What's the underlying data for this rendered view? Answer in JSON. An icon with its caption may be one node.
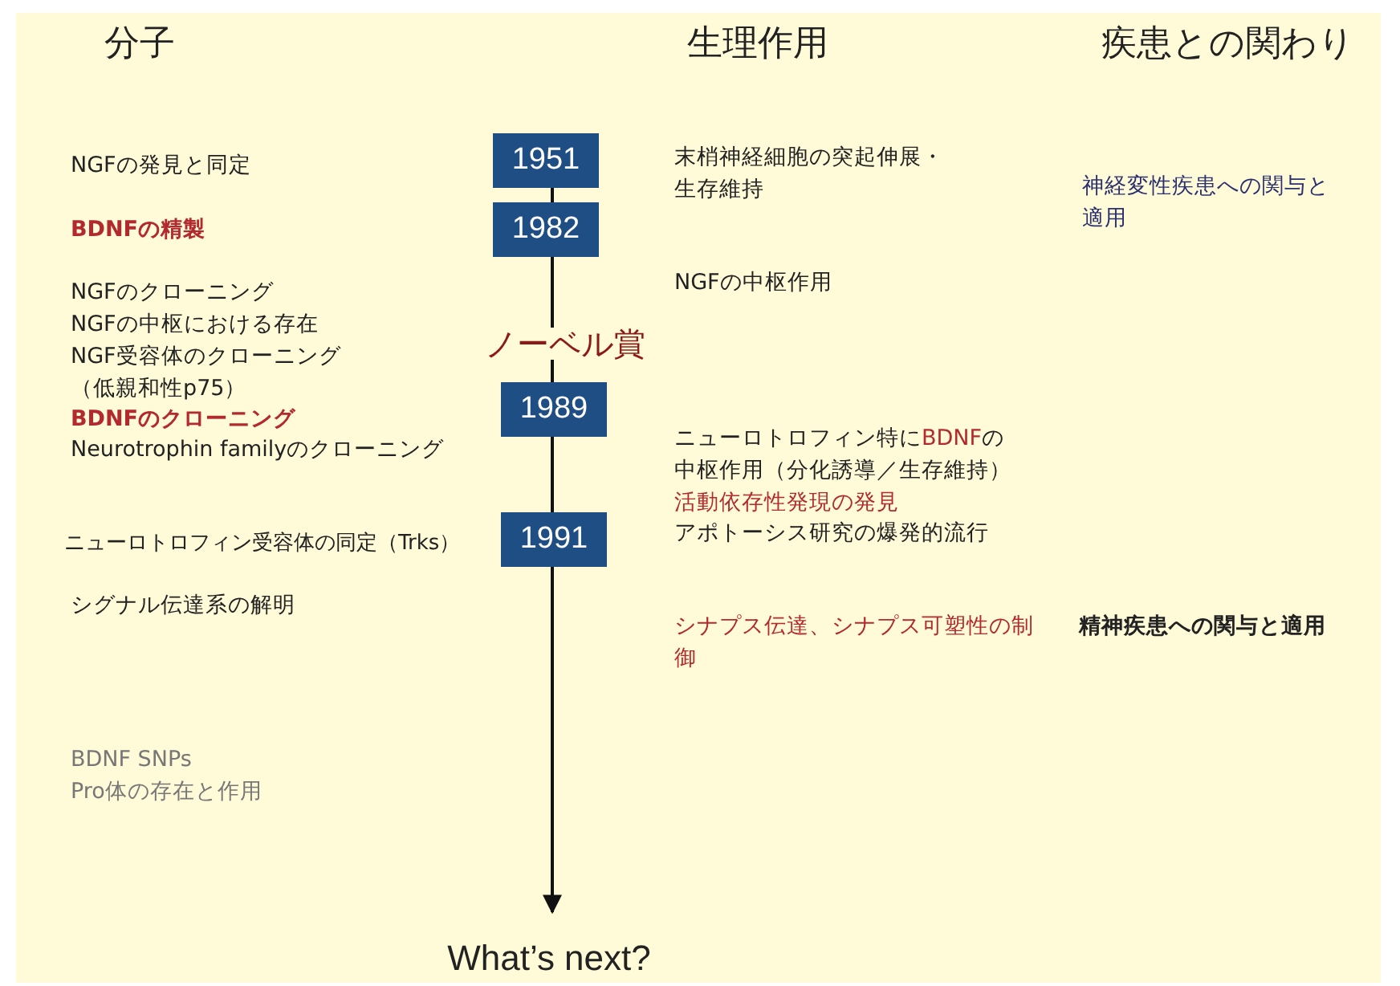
{
  "diagram": {
    "nodes": [
      {
        "text": [
          "1951"
        ]
      },
      {
        "text": [
          "1982"
        ]
      },
      {
        "text": [
          "1989"
        ]
      },
      {
        "text": [
          "1991"
        ]
      },
      {
        "text": [
          "What’s next?"
        ]
      }
    ],
    "edges": [
      {
        "from": 0,
        "to": 1,
        "arrow": "none"
      },
      {
        "from": 1,
        "to": 2,
        "arrow": "none"
      },
      {
        "from": 2,
        "to": 3,
        "arrow": "none"
      },
      {
        "from": 3,
        "to": 4,
        "arrow": "to"
      }
    ],
    "labels": [
      "分子",
      "生理作用",
      "疾患との関わり",
      "NGFの発見と同定",
      "末梢神経細胞の突起伸展・生存維持",
      "神経変性疾患への関与と適用",
      "BDNFの精製",
      "NGFのクローニング",
      "NGFの中枢作用",
      "NGFの中枢における存在",
      "ノーベル賞",
      "NGF受容体のクローニング（低親和性p75）",
      "BDNFのクローニング",
      "ニューロトロフィン特にBDNFの中枢作用（分化誘導／生存維持）",
      "Neurotrophin familyのクローニング",
      "活動依存性発現の発見",
      "アポトーシス研究の爆発的流行",
      "ニューロトロフィン受容体の同定（Trks）",
      "シグナル伝達系の解明",
      "シナプス伝達、シナプス可塑性の制御",
      "精神疾患への関与と適用",
      "BDNF SNPs",
      "Pro体の存在と作用"
    ]
  }
}
